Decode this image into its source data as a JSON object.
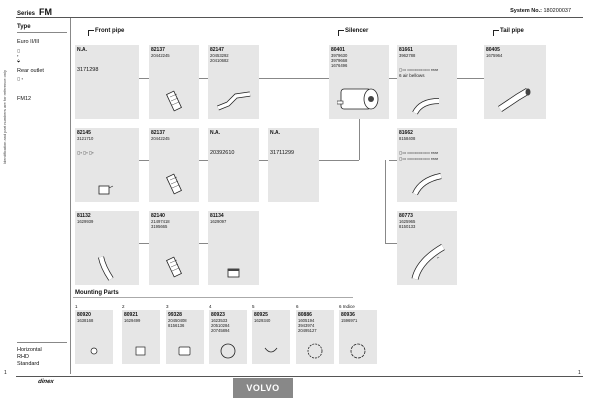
{
  "header": {
    "series_label": "Series",
    "series_value": "FM",
    "system_label": "System No.:",
    "system_value": "180200037"
  },
  "side_text": "Identification and part numbers are for reference only",
  "left": {
    "type_heading": "Type",
    "type_value": "Euro II/III",
    "symbols": [
      "◻",
      "⬩",
      "⬙",
      "⬩"
    ],
    "outlet": "Rear outlet",
    "model": "FM12",
    "orientation": "Horizontal",
    "drive": "RHD",
    "spec": "Standard"
  },
  "sections": {
    "front": "Front pipe",
    "silencer": "Silencer",
    "tail": "Tail pipe",
    "mounting": "Mounting Parts"
  },
  "parts": {
    "na1": {
      "pn": "N.A.",
      "num": "3171298"
    },
    "p82137a": {
      "pn": "82137",
      "refs": [
        "20442245"
      ]
    },
    "p82147": {
      "pn": "82147",
      "refs": [
        "20453292",
        "20410682"
      ]
    },
    "p80401": {
      "pn": "80401",
      "refs": [
        "3979630",
        "3979668",
        "1676496"
      ]
    },
    "p81661": {
      "pn": "81661",
      "refs": [
        "3962788"
      ],
      "note": "6 air bellows",
      "rear": "rear"
    },
    "p80405": {
      "pn": "80405",
      "refs": [
        "1675964"
      ]
    },
    "p82145": {
      "pn": "82145",
      "refs": [
        "3121710"
      ]
    },
    "p82137b": {
      "pn": "82137",
      "refs": [
        "20442245"
      ]
    },
    "na2": {
      "pn": "N.A.",
      "num": "20392610"
    },
    "na3": {
      "pn": "N.A.",
      "num": "31711299"
    },
    "p81662": {
      "pn": "81662",
      "refs": [
        "8158408"
      ],
      "rear1": "rear",
      "rear2": "rear"
    },
    "p81132": {
      "pn": "81132",
      "refs": [
        "1629939"
      ]
    },
    "p82140": {
      "pn": "82140",
      "refs": [
        "21497418",
        "3195665"
      ]
    },
    "p81134": {
      "pn": "81134",
      "refs": [
        "1629097"
      ]
    },
    "p80773": {
      "pn": "80773",
      "refs": [
        "1625965",
        "8150133"
      ]
    }
  },
  "mounting": [
    {
      "idx": "1",
      "pn": "80920",
      "refs": [
        "1638168"
      ]
    },
    {
      "idx": "2",
      "pn": "80921",
      "refs": [
        "1629499"
      ]
    },
    {
      "idx": "3",
      "pn": "99328",
      "refs": [
        "20450408",
        "8156136"
      ]
    },
    {
      "idx": "4",
      "pn": "80923",
      "refs": [
        "1623533",
        "20510284",
        "20745894"
      ]
    },
    {
      "idx": "5",
      "pn": "80925",
      "refs": [
        "1629340"
      ]
    },
    {
      "idx": "6",
      "pn": "80886",
      "refs": [
        "1605194",
        "3943974",
        "20495127"
      ]
    },
    {
      "idx": "6 Indice",
      "pn": "80936",
      "refs": [
        "1596971"
      ]
    }
  ],
  "footer": {
    "brand": "VOLVO",
    "logo": "dinex",
    "page_left": "1",
    "page_right": "1"
  }
}
